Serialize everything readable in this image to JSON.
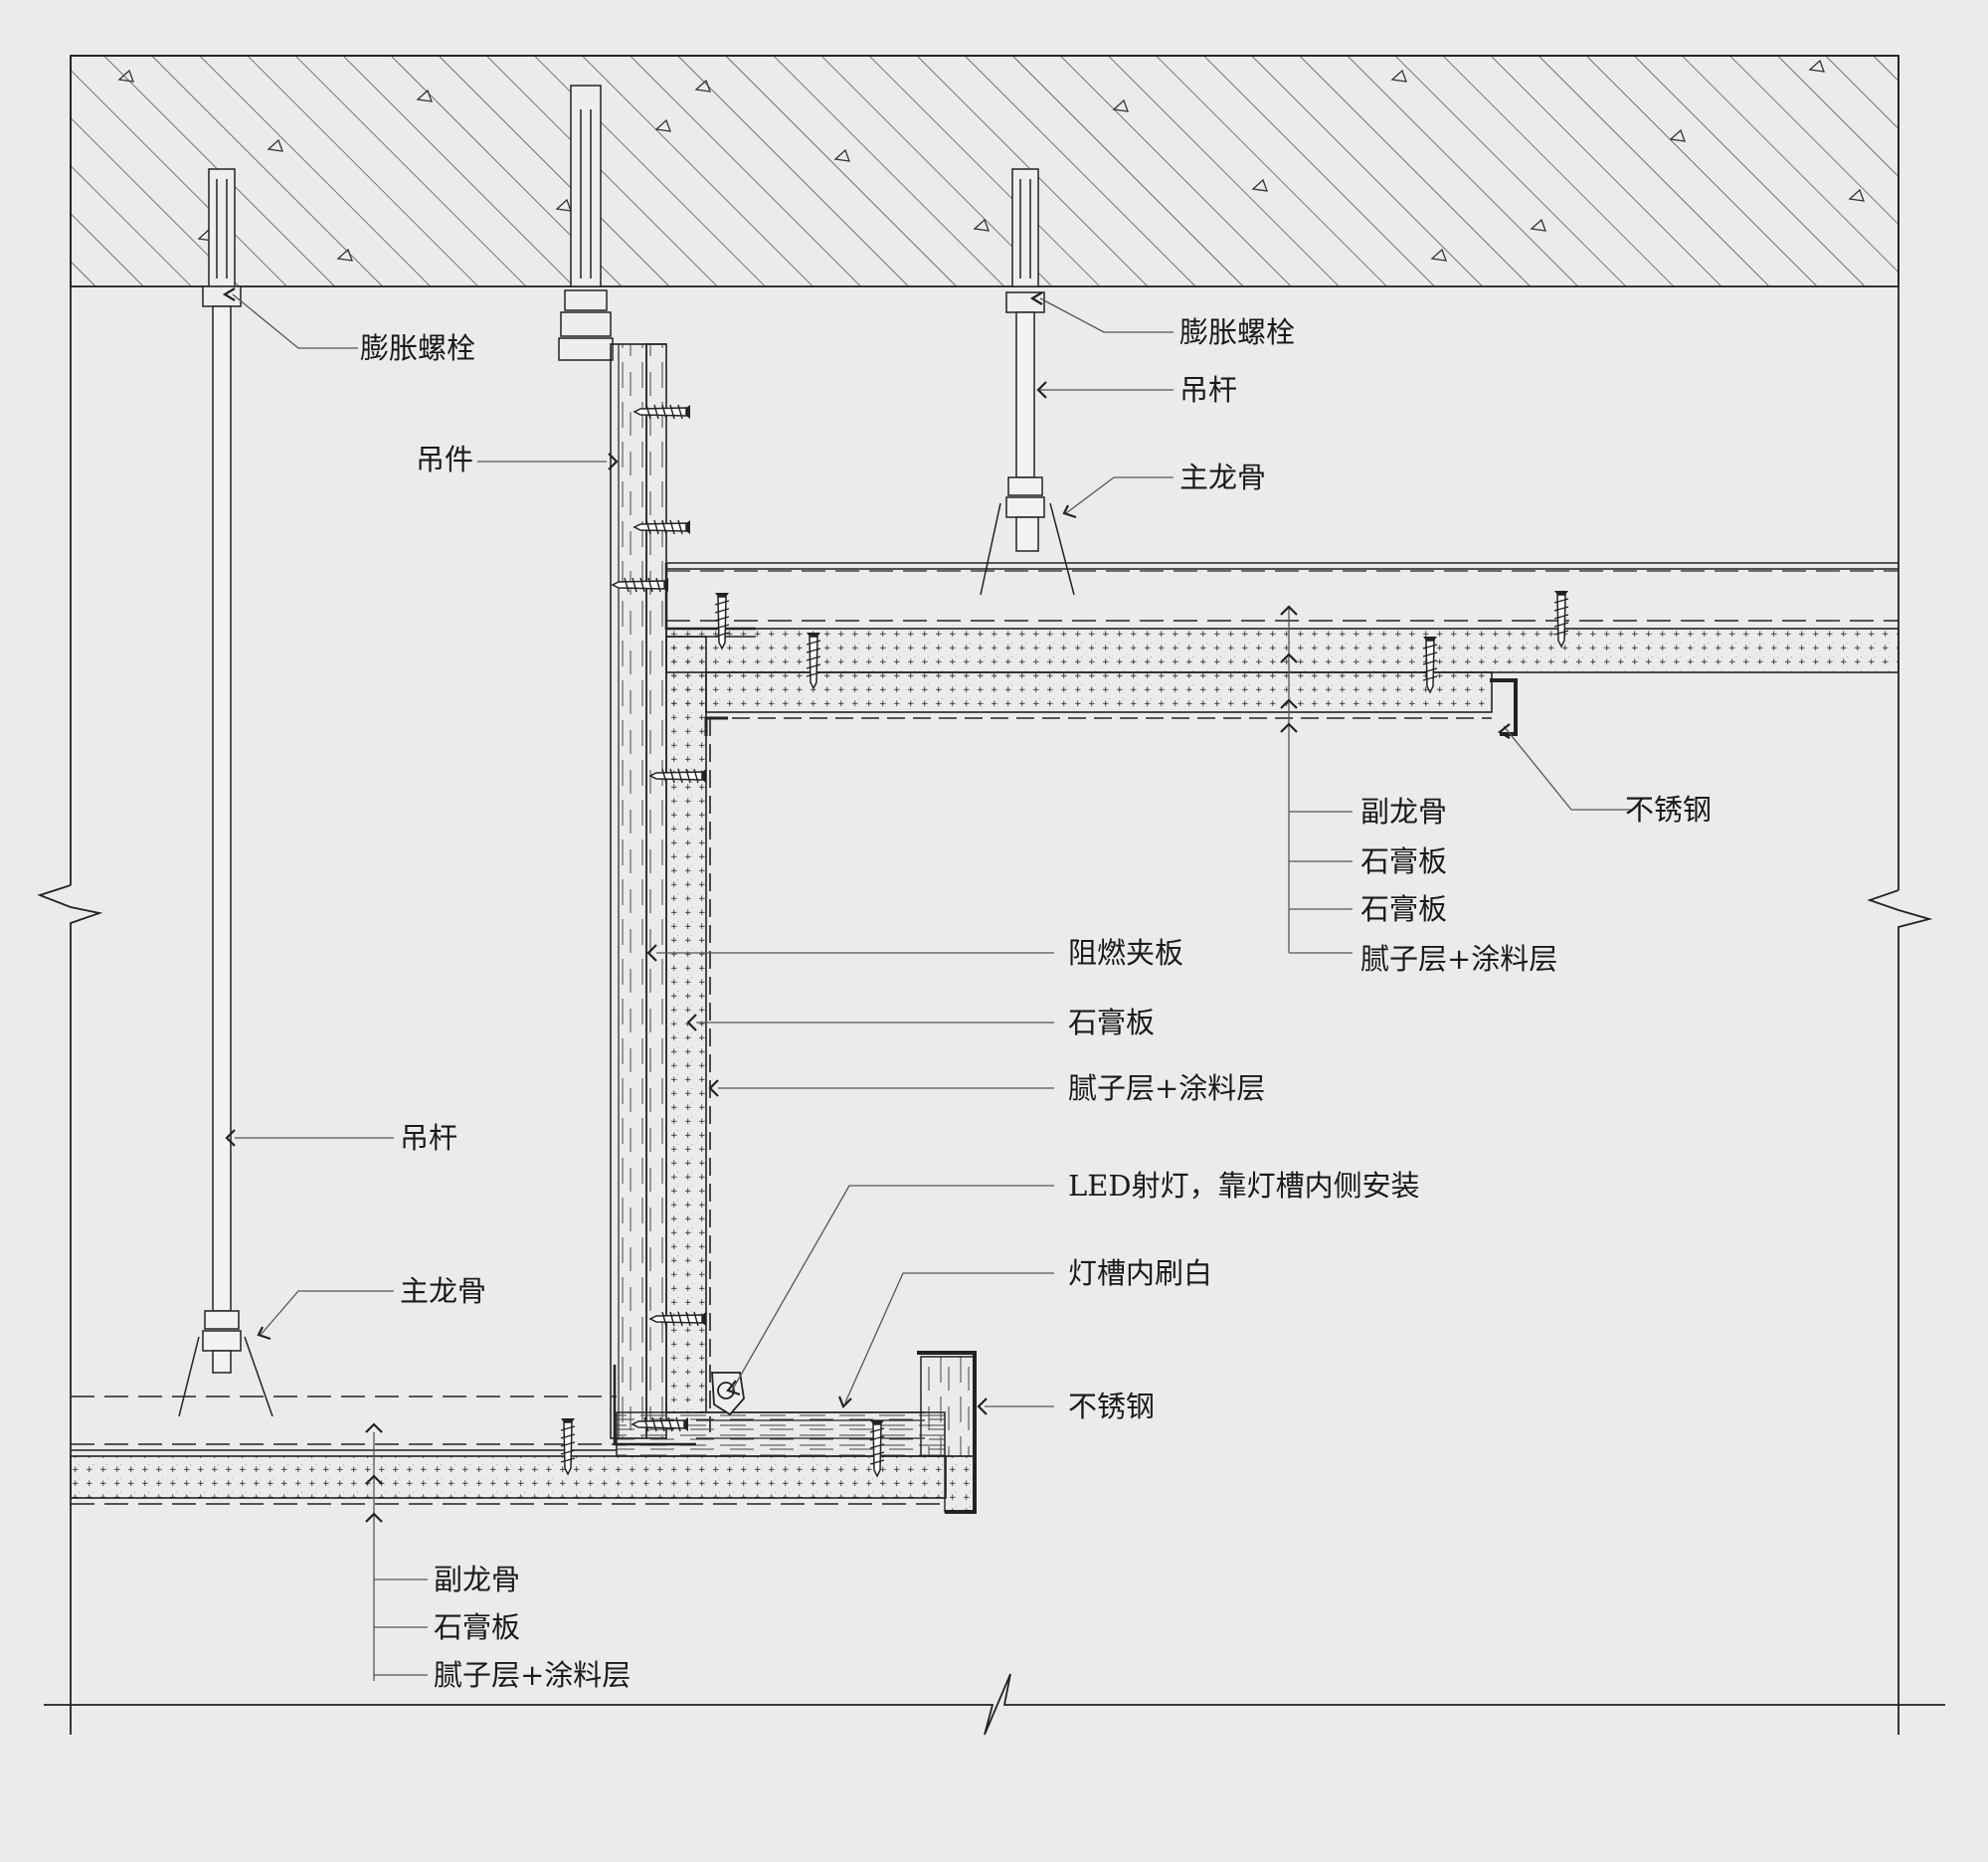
{
  "labels": {
    "bolt_left": "膨胀螺栓",
    "bolt_right": "膨胀螺栓",
    "rod_right": "吊杆",
    "hanger": "吊件",
    "main_keel_right": "主龙骨",
    "top_stack": [
      "副龙骨",
      "石膏板",
      "石膏板",
      "腻子层+涂料层"
    ],
    "stainless_top": "不锈钢",
    "fire_board": "阻燃夹板",
    "gypsum_vertical": "石膏板",
    "putty_vertical": "腻子层+涂料层",
    "rod_left": "吊杆",
    "led": "LED射灯，靠灯槽内侧安装",
    "groove_white": "灯槽内刷白",
    "main_keel_left": "主龙骨",
    "stainless_bottom": "不锈钢",
    "bottom_stack": [
      "副龙骨",
      "石膏板",
      "腻子层+涂料层"
    ]
  },
  "colors": {
    "line": "#222222",
    "paper": "#ebebeb",
    "board_fill": "#e6e6e6",
    "leader": "#555555"
  }
}
